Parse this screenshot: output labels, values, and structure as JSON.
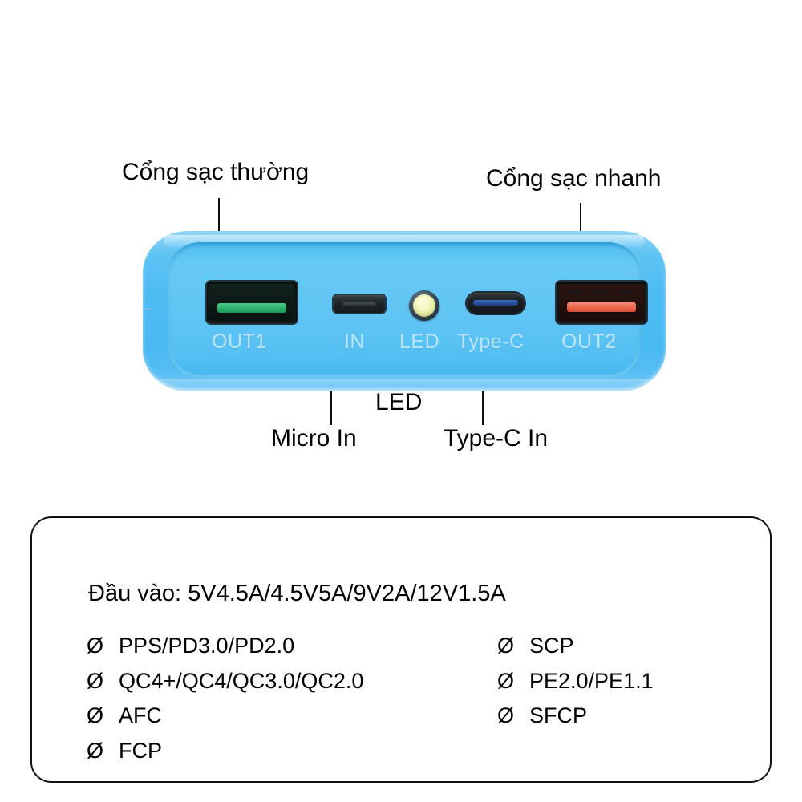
{
  "callouts": [
    {
      "id": "charge-normal",
      "label": "Cổng sạc thường"
    },
    {
      "id": "charge-fast",
      "label": "Cổng sạc nhanh"
    },
    {
      "id": "led",
      "label": "LED"
    },
    {
      "id": "micro-in",
      "label": "Micro In"
    },
    {
      "id": "typec-in",
      "label": "Type-C In"
    }
  ],
  "device": {
    "shell_color": "#4dbcf3",
    "face_color": "#60c5f4",
    "ports": [
      {
        "id": "out1",
        "label": "OUT1",
        "type": "usb-a",
        "accent": "#31b570"
      },
      {
        "id": "in",
        "label": "IN",
        "type": "micro-usb",
        "accent": "#22282c"
      },
      {
        "id": "led",
        "label": "LED",
        "type": "led-lamp",
        "accent": "#f1f5b9"
      },
      {
        "id": "typec",
        "label": "Type-C",
        "type": "usb-c",
        "accent": "#2a53a3"
      },
      {
        "id": "out2",
        "label": "OUT2",
        "type": "usb-a",
        "accent": "#ef6a52"
      }
    ]
  },
  "spec": {
    "input_line": "Đầu vào: 5V4.5A/4.5V5A/9V2A/12V1.5A",
    "bullet": "Ø",
    "left_items": [
      "PPS/PD3.0/PD2.0",
      "QC4+/QC4/QC3.0/QC2.0",
      "AFC",
      "FCP"
    ],
    "right_items": [
      "SCP",
      "PE2.0/PE1.1",
      "SFCP"
    ]
  }
}
